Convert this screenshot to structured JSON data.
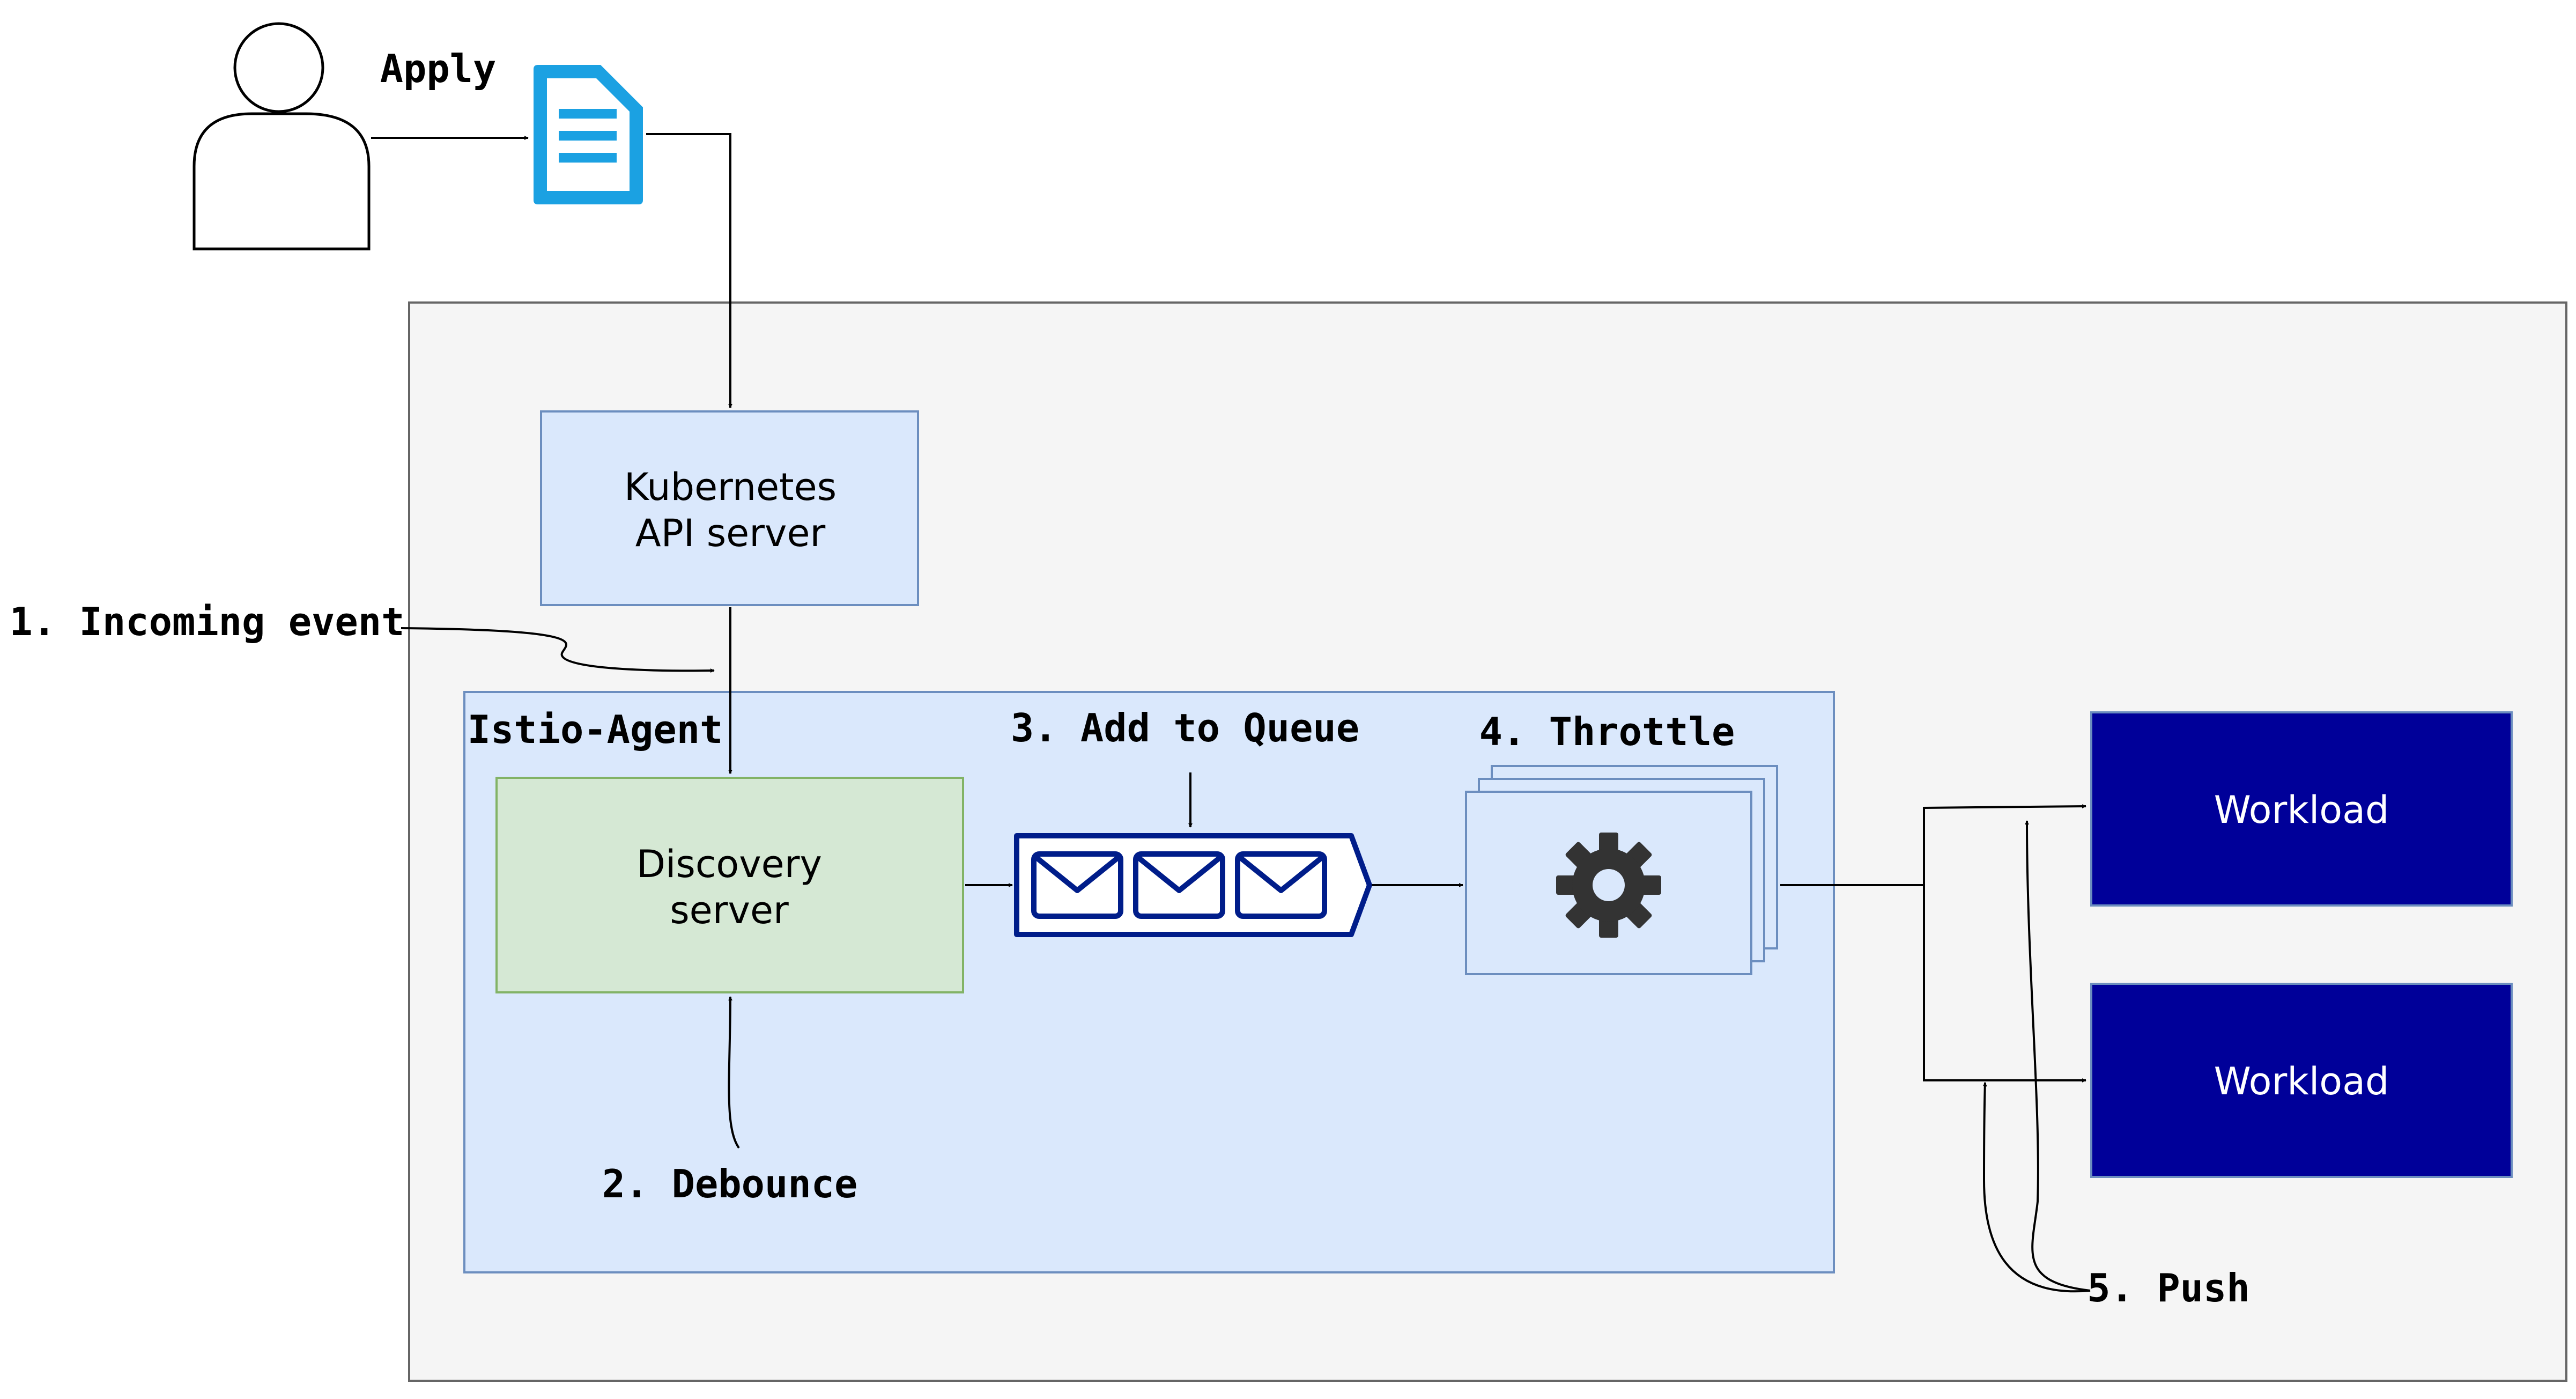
{
  "labels": {
    "apply": "Apply",
    "incoming_event": "1. Incoming event",
    "istio_agent": "Istio-Agent",
    "add_to_queue": "3. Add to Queue",
    "throttle": "4. Throttle",
    "debounce": "2. Debounce",
    "push": "5. Push"
  },
  "nodes": {
    "kubernetes": {
      "line1": "Kubernetes",
      "line2": "API server"
    },
    "discovery": {
      "line1": "Discovery",
      "line2": "server"
    },
    "workload_1": "Workload",
    "workload_2": "Workload"
  },
  "icons": {
    "user": "user-icon",
    "document": "document-icon",
    "queue": "message-queue-icon",
    "gear": "gear-icon"
  },
  "colors": {
    "outer_fill": "#f5f5f5",
    "outer_border": "#666666",
    "agent_fill": "#dae8fc",
    "agent_border": "#6c8ebf",
    "discovery_fill": "#d5e8d4",
    "discovery_border": "#82b366",
    "workload_fill": "#000099",
    "document_accent": "#1ba1e2",
    "queue_accent": "#001d8a",
    "gear": "#333333"
  }
}
